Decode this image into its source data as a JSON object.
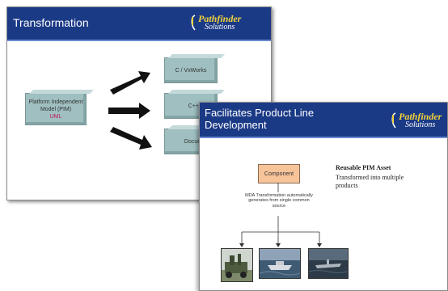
{
  "slide1": {
    "title": "Transformation",
    "logo": {
      "line1": "Pathfinder",
      "line2": "Solutions"
    },
    "pim": {
      "line1": "Platform Independent",
      "line2": "Model (PIM)",
      "line3": "UML"
    },
    "targets": [
      "C / VxWorks",
      "C++, J",
      "Docum"
    ]
  },
  "slide2": {
    "title": "Facilitates Product Line Development",
    "logo": {
      "line1": "Pathfinder",
      "line2": "Solutions"
    },
    "component_label": "Component",
    "mda_text": "MDA Transformation automatically generates from single common source",
    "asset_title": "Reusable PIM Asset",
    "asset_sub": "Transformed into multiple products",
    "photos": [
      "military-vehicle-photo",
      "boat-photo",
      "seaplane-photo"
    ]
  },
  "colors": {
    "header_blue": "#1b3a86",
    "box_teal": "#9fbfc0",
    "component_orange": "#f7c49a",
    "uml_pink": "#c2185b"
  }
}
